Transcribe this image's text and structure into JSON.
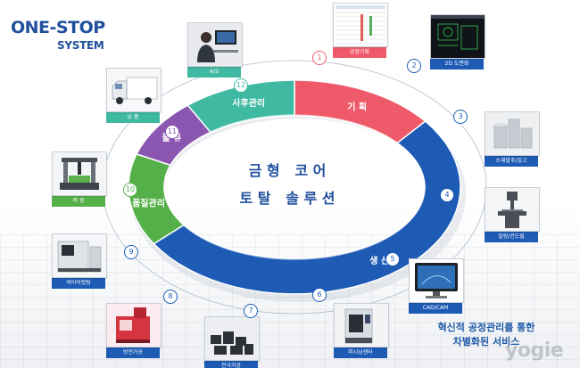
{
  "brand": {
    "line1": "ONE-STOP",
    "line2": "SYSTEM"
  },
  "center": {
    "line1": "금 형   코 어",
    "line2": "토 탈   솔 루 션"
  },
  "segments": [
    {
      "label": "기 획",
      "color": "#ef5a6a"
    },
    {
      "label": "생 산",
      "color": "#1d5bb5"
    },
    {
      "label": "품질관리",
      "color": "#56b04a"
    },
    {
      "label": "물 류",
      "color": "#8a56b0"
    },
    {
      "label": "사후관리",
      "color": "#3fb9a1"
    }
  ],
  "steps": [
    {
      "num": "1",
      "caption": "공정기획",
      "color": "#ef5a6a",
      "icon": "spreadsheet-icon"
    },
    {
      "num": "2",
      "caption": "2D 도면화",
      "color": "#1d5bb5",
      "icon": "cad-drawing-icon"
    },
    {
      "num": "3",
      "caption": "소재발주/입고",
      "color": "#1d5bb5",
      "icon": "material-blocks-icon"
    },
    {
      "num": "4",
      "caption": "밀링/건드릴",
      "color": "#1d5bb5",
      "icon": "milling-machine-icon"
    },
    {
      "num": "5",
      "caption": "CAD/CAM",
      "color": "#1d5bb5",
      "icon": "monitor-icon"
    },
    {
      "num": "6",
      "caption": "머시닝센터",
      "color": "#1d5bb5",
      "icon": "machining-center-icon"
    },
    {
      "num": "7",
      "caption": "전극가공",
      "color": "#1d5bb5",
      "icon": "electrode-parts-icon"
    },
    {
      "num": "8",
      "caption": "방전가공",
      "color": "#1d5bb5",
      "icon": "edm-machine-icon"
    },
    {
      "num": "9",
      "caption": "와이어컷팅",
      "color": "#1d5bb5",
      "icon": "wire-cut-machine-icon"
    },
    {
      "num": "10",
      "caption": "측 정",
      "color": "#56b04a",
      "icon": "cmm-machine-icon"
    },
    {
      "num": "11",
      "caption": "",
      "color": "#8a56b0",
      "icon": ""
    },
    {
      "num": "12",
      "caption": "납 품",
      "color": "#3fb9a1",
      "icon": "truck-icon"
    },
    {
      "num": "",
      "caption": "A/S",
      "color": "#3fb9a1",
      "icon": "operator-icon"
    }
  ],
  "tagline": {
    "line1": "혁신적 공정관리를 통한",
    "line2": "차별화된 서비스"
  },
  "watermark": "yogie"
}
